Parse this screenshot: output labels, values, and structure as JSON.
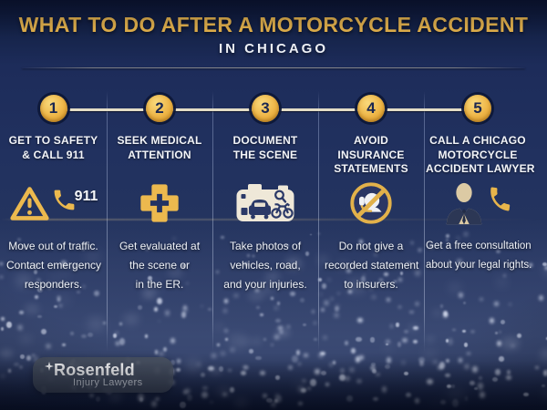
{
  "header": {
    "title": "WHAT TO DO AFTER A MOTORCYCLE ACCIDENT",
    "subtitle": "IN CHICAGO"
  },
  "colors": {
    "gold_accent": "#E7B44C",
    "navy_background": "#21315F",
    "circle_gold": "#EEB546",
    "text_white": "#F3F5F9"
  },
  "steps": [
    {
      "number": "1",
      "heading": "GET TO SAFETY & CALL 911",
      "heading_lines": [
        "GET TO SAFETY",
        "& CALL 911"
      ],
      "icon": "warning-triangle-and-911-phone-icon",
      "phone_label": "911",
      "description": "Move out of traffic. Contact emergency responders.",
      "description_lines": [
        "Move out of traffic.",
        "Contact emergency",
        "responders."
      ]
    },
    {
      "number": "2",
      "heading": "SEEK MEDICAL ATTENTION",
      "heading_lines": [
        "SEEK MEDICAL",
        "ATTENTION"
      ],
      "icon": "medical-cross-icon",
      "description": "Get evaluated at the scene or in the ER.",
      "description_lines": [
        "Get evaluated at",
        "the scene or",
        "in the ER."
      ]
    },
    {
      "number": "3",
      "heading": "DOCUMENT THE SCENE",
      "heading_lines": [
        "DOCUMENT",
        "THE SCENE"
      ],
      "icon": "camera-accident-photos-icon",
      "description": "Take photos of vehicles, road, and your injuries.",
      "description_lines": [
        "Take photos of",
        "vehicles, road,",
        "and your injuries."
      ]
    },
    {
      "number": "4",
      "heading": "AVOID INSURANCE STATEMENTS",
      "heading_lines": [
        "AVOID",
        "INSURANCE",
        "STATEMENTS"
      ],
      "icon": "no-recorded-statement-icon",
      "description": "Do not give a recorded statement to insurers.",
      "description_lines": [
        "Do not give a",
        "recorded statement",
        "to insurers."
      ]
    },
    {
      "number": "5",
      "heading": "CALL A CHICAGO MOTORCYCLE ACCIDENT LAWYER",
      "heading_lines": [
        "CALL A CHICAGO",
        "MOTORCYCLE",
        "ACCIDENT LAWYER"
      ],
      "icon": "lawyer-with-phone-icon",
      "description": "Get a free consultation about your legal rights.",
      "description_lines": [
        "Get a free consultation",
        "about your legal rights."
      ]
    }
  ],
  "footer": {
    "logo_name": "Rosenfeld",
    "logo_tagline": "Injury Lawyers"
  }
}
